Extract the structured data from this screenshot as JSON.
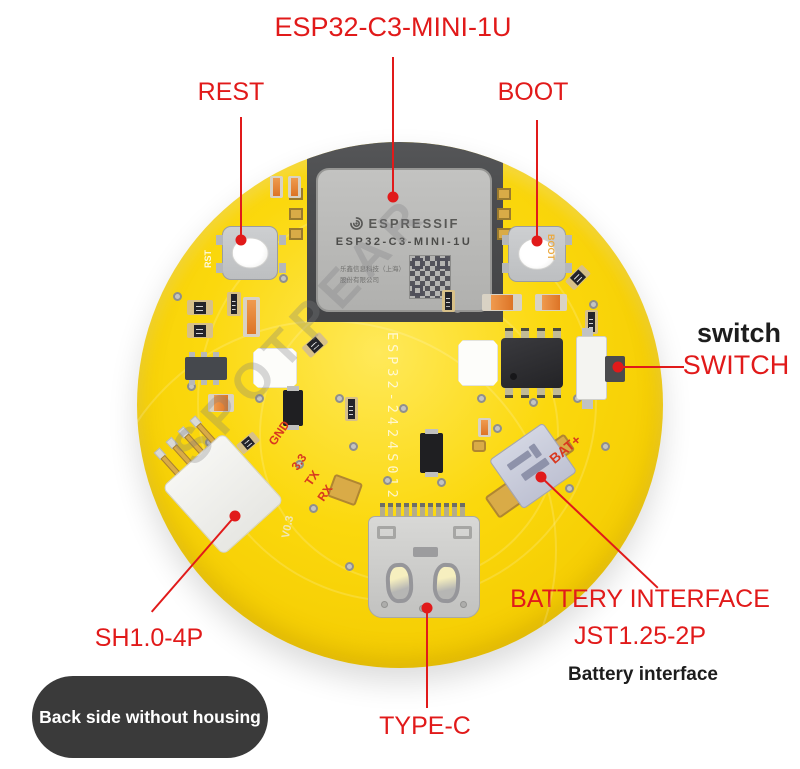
{
  "annotations": {
    "module_label": "ESP32-C3-MINI-1U",
    "reset_label": "REST",
    "boot_label": "BOOT",
    "switch_label_black": "switch",
    "switch_label_red": "SWITCH",
    "battery_label_line1": "BATTERY INTERFACE",
    "battery_label_line2": "JST1.25-2P",
    "battery_label_sub": "Battery interface",
    "sh_connector_label": "SH1.0-4P",
    "typec_label": "TYPE-C",
    "caption_pill": "Back side without housing"
  },
  "module": {
    "brand": "ESPRESSIF",
    "part_number": "ESP32-C3-MINI-1U",
    "manufacturer_line1": "乐鑫信息科技（上海）",
    "manufacturer_line2": "股份有限公司"
  },
  "silkscreen": {
    "rst": "RST",
    "boot": "BOOT",
    "gnd": "GND",
    "v33": "3.3",
    "tx": "TX",
    "rx": "RX",
    "bat_plus": "BAT+",
    "version": "V0.3",
    "board_model": "ESP32-2424S012",
    "watermark": "SPOTPEAR"
  },
  "colors": {
    "annotation_red": "#e11a1a",
    "annotation_black": "#1d1d1d",
    "pcb_yellow": "#fbd80d",
    "pill_background": "#3a3a3a",
    "module_shield_gray": "#b9b9b7",
    "display_back_gray": "#4d4e50"
  }
}
